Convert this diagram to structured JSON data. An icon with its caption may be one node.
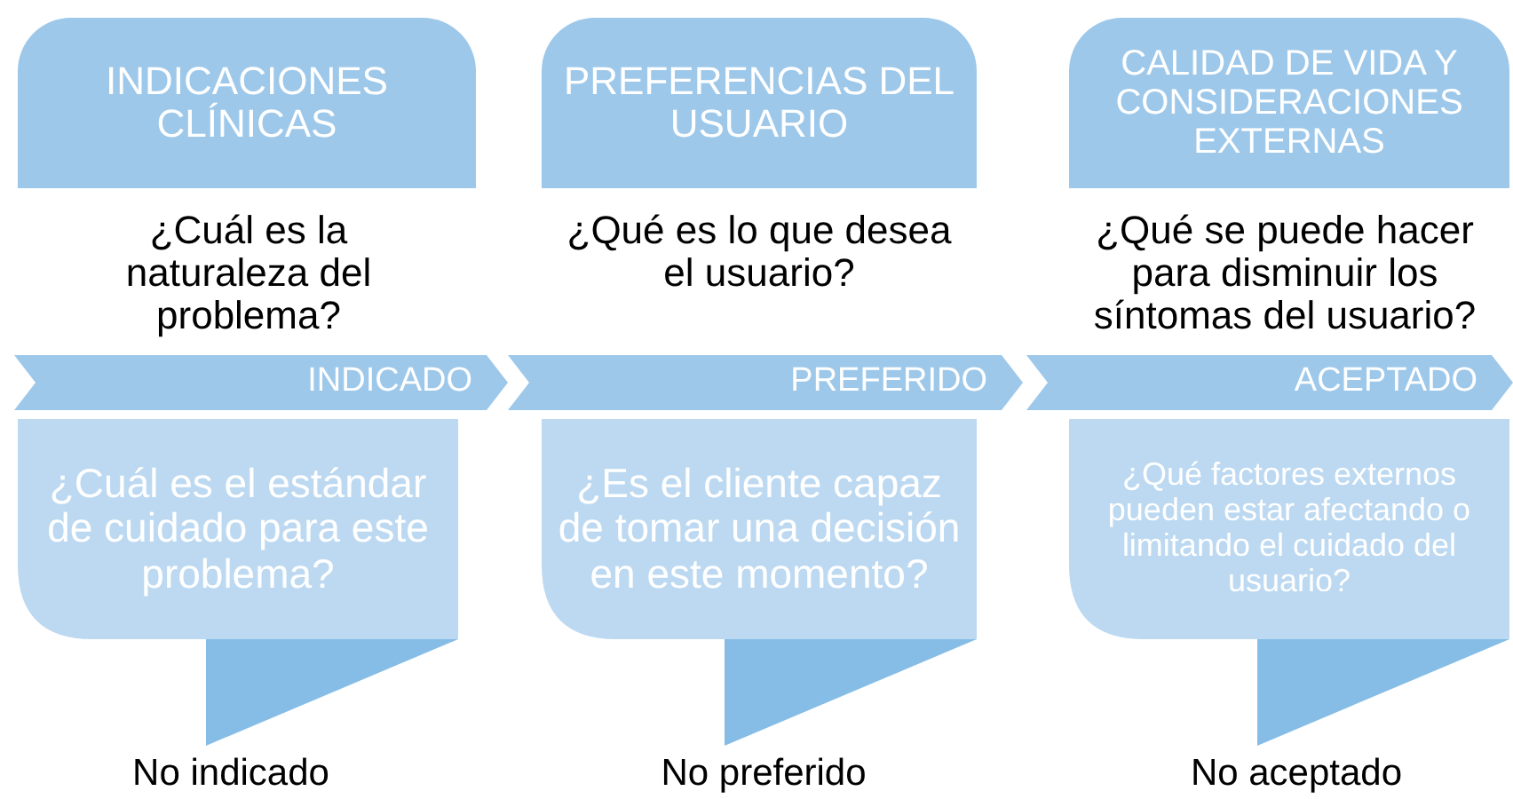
{
  "diagram": {
    "nodes": [
      {
        "text": [
          "INDICACIONES CLÍNICAS"
        ]
      },
      {
        "text": [
          "PREFERENCIAS DEL USUARIO"
        ]
      },
      {
        "text": [
          "CALIDAD DE VIDA Y CONSIDERACIONES EXTERNAS"
        ]
      },
      {
        "text": [
          "INDICADO"
        ]
      },
      {
        "text": [
          "PREFERIDO"
        ]
      },
      {
        "text": [
          "ACEPTADO"
        ]
      },
      {
        "text": [
          "¿Cuál es el estándar de cuidado para este problema?"
        ]
      },
      {
        "text": [
          "¿Es el cliente capaz de tomar una decisión en este momento?"
        ]
      },
      {
        "text": [
          "¿Qué factores externos pueden estar afectando o limitando el cuidado del usuario?"
        ]
      }
    ],
    "labels": [
      "¿Cuál es la naturaleza del problema?",
      "¿Qué es lo que desea el usuario?",
      "¿Qué se puede hacer para disminuir los síntomas del usuario?",
      "No indicado",
      "No preferido",
      "No aceptado"
    ]
  }
}
